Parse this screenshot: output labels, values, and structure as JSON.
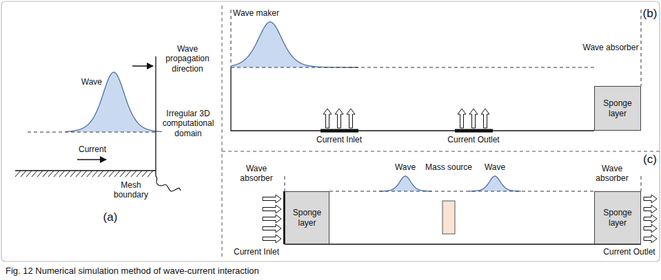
{
  "diagram": {
    "caption": "Fig. 12 Numerical simulation method of wave-current interaction",
    "nodes": [
      {
        "text": [
          "Sponge layer"
        ]
      },
      {
        "text": [
          "Sponge layer"
        ]
      },
      {
        "text": [
          "Sponge layer"
        ]
      }
    ],
    "labels": [
      "Wave",
      "Current",
      "Wave propagation direction",
      "Irregular 3D computational domain",
      "Mesh boundary",
      "(a)",
      "Wave maker",
      "Wave absorber",
      "Current Inlet",
      "Current Outlet",
      "(b)",
      "Wave absorber",
      "Wave",
      "Mass source",
      "Wave",
      "Wave absorber",
      "Current Inlet",
      "Current Outlet",
      "(c)"
    ]
  }
}
